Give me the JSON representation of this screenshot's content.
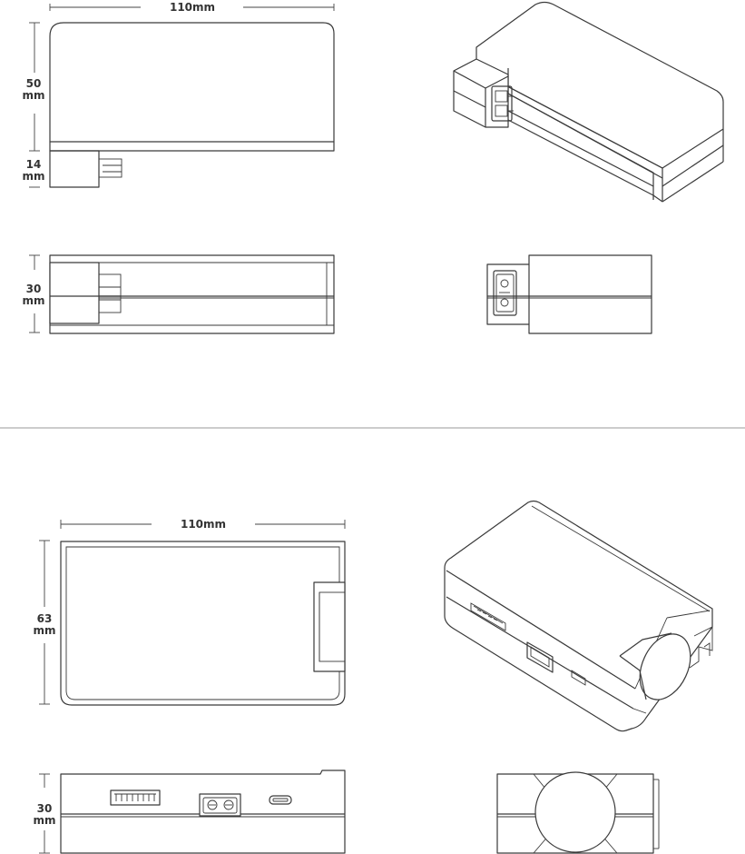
{
  "colors": {
    "line": "#3a3a3a",
    "divider": "#999999",
    "background": "#ffffff"
  },
  "product_a": {
    "width_label": "110mm",
    "height_value": "50",
    "height_unit": "mm",
    "connector_value": "14",
    "connector_unit": "mm",
    "depth_value": "30",
    "depth_unit": "mm"
  },
  "product_b": {
    "width_label": "110mm",
    "height_value": "63",
    "height_unit": "mm",
    "depth_value": "30",
    "depth_unit": "mm"
  }
}
